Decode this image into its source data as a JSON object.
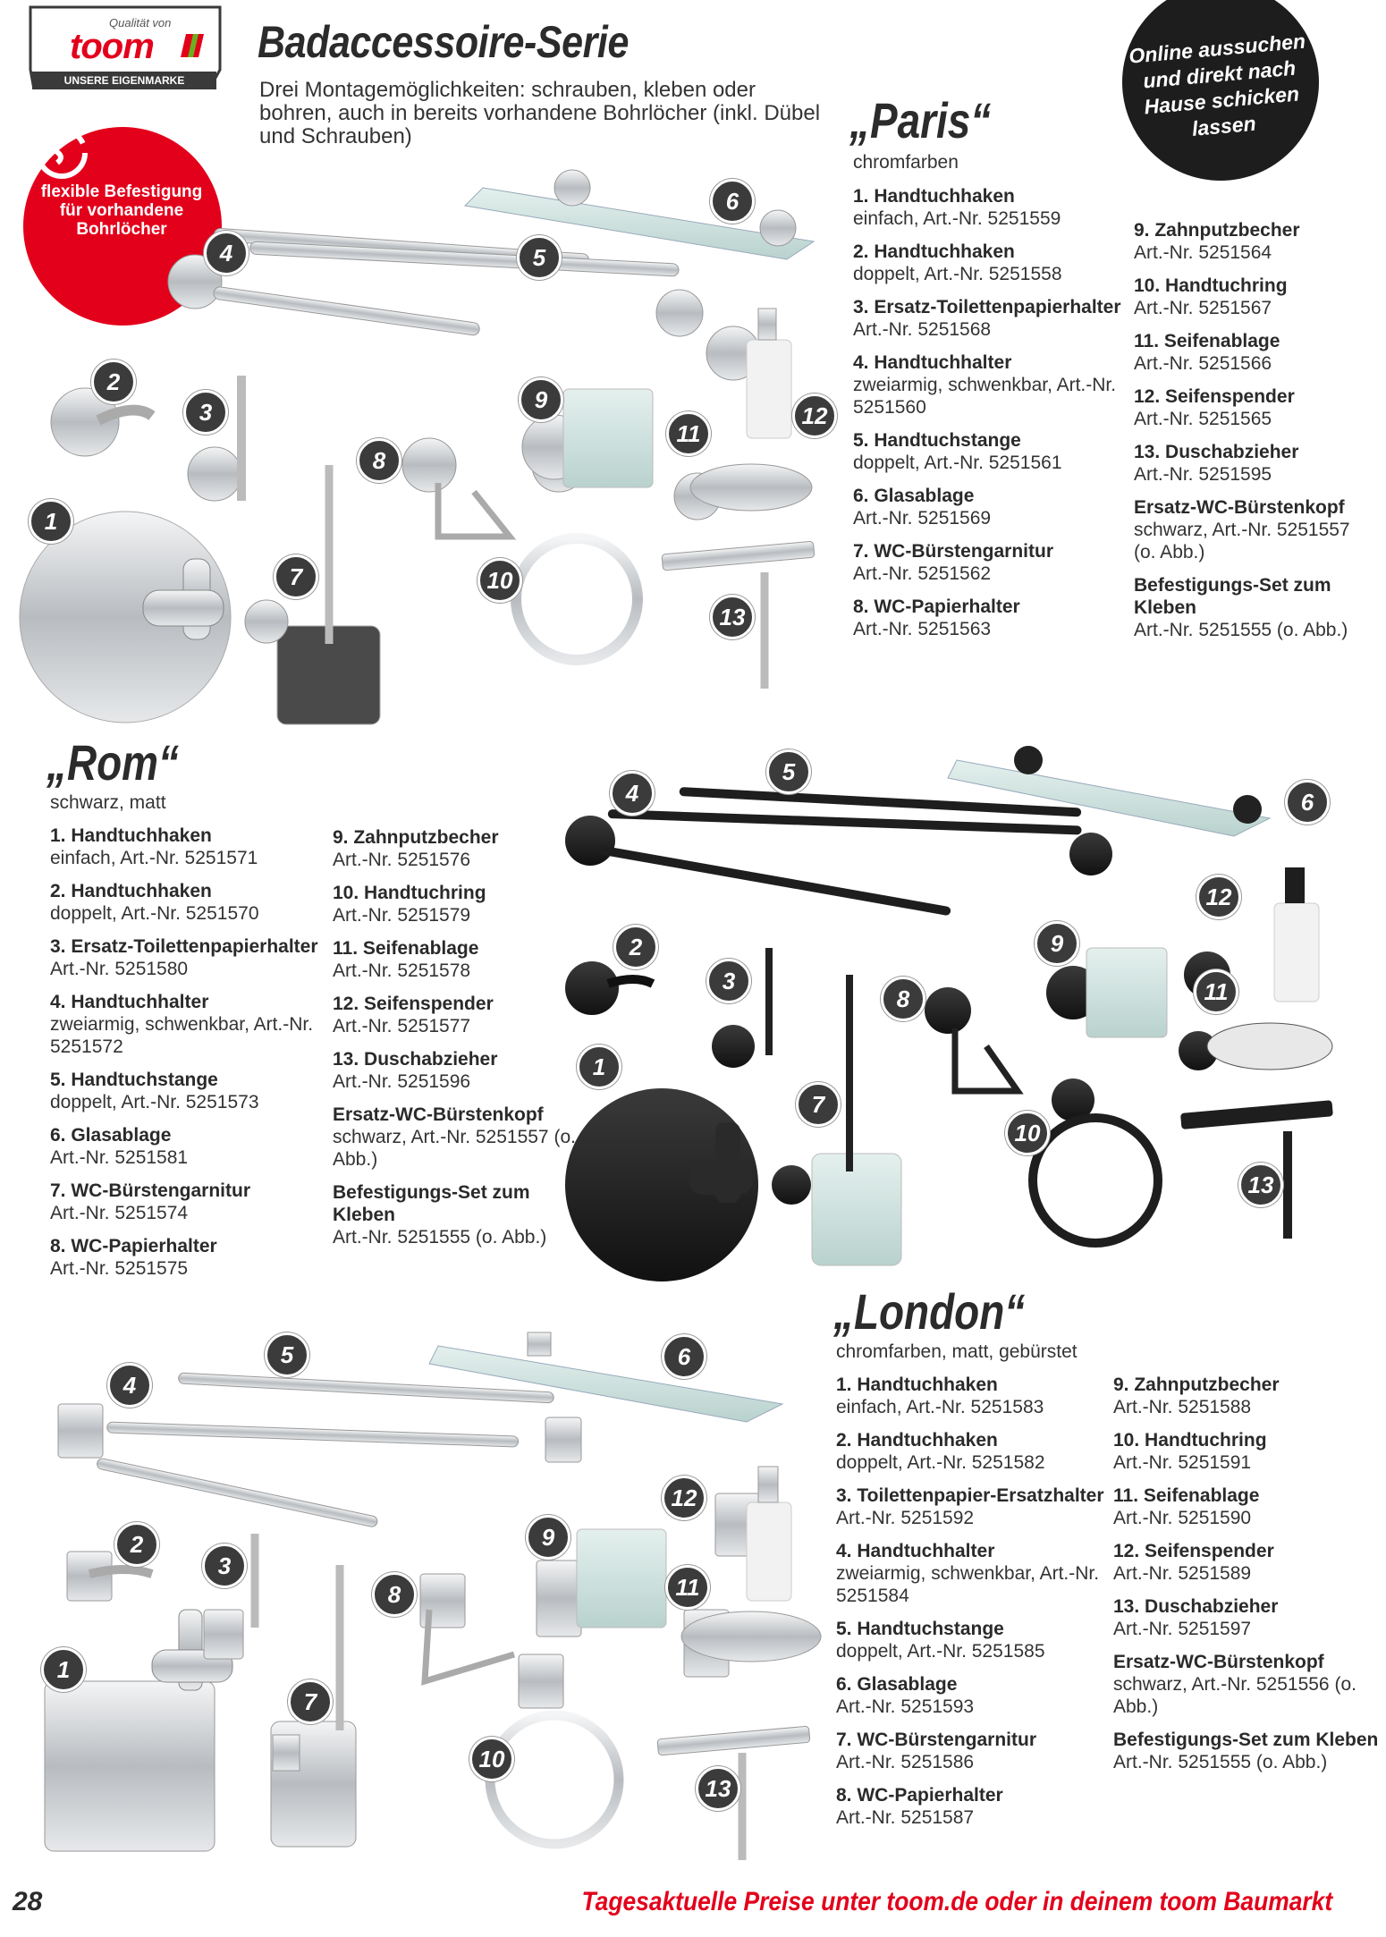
{
  "logo": {
    "quality": "Qualität von",
    "word": "toom",
    "band": "UNSERE EIGENMARKE"
  },
  "headline": "Badaccessoire-Serie",
  "intro": "Drei Montagemöglichkeiten: schrauben, kleben oder bohren, auch in bereits vorhandene Bohrlöcher (inkl. Dübel und Schrauben)",
  "online": "Online aussuchen und direkt nach Hause schicken lassen",
  "badge": "flexible Befestigung für vorhandene Bohrlöcher",
  "paris": {
    "title": "„Paris“",
    "subtitle": "chromfarben",
    "col1": [
      {
        "name": "1. Handtuchhaken",
        "detail": "einfach, Art.-Nr. 5251559"
      },
      {
        "name": "2. Handtuchhaken",
        "detail": "doppelt, Art.-Nr. 5251558"
      },
      {
        "name": "3. Ersatz-Toilettenpapierhalter",
        "detail": "Art.-Nr. 5251568"
      },
      {
        "name": "4. Handtuchhalter",
        "detail": "zweiarmig, schwenkbar, Art.-Nr. 5251560"
      },
      {
        "name": "5. Handtuchstange",
        "detail": "doppelt, Art.-Nr. 5251561"
      },
      {
        "name": "6. Glasablage",
        "detail": "Art.-Nr. 5251569"
      },
      {
        "name": "7. WC-Bürstengarnitur",
        "detail": "Art.-Nr. 5251562"
      },
      {
        "name": "8. WC-Papierhalter",
        "detail": "Art.-Nr. 5251563"
      }
    ],
    "col2": [
      {
        "name": "9. Zahnputzbecher",
        "detail": "Art.-Nr. 5251564"
      },
      {
        "name": "10. Handtuchring",
        "detail": "Art.-Nr. 5251567"
      },
      {
        "name": "11. Seifenablage",
        "detail": "Art.-Nr. 5251566"
      },
      {
        "name": "12. Seifenspender",
        "detail": "Art.-Nr. 5251565"
      },
      {
        "name": "13. Duschabzieher",
        "detail": "Art.-Nr. 5251595"
      },
      {
        "name": "Ersatz-WC-Bürstenkopf",
        "detail": "schwarz, Art.-Nr. 5251557 (o. Abb.)"
      },
      {
        "name": "Befestigungs-Set zum Kleben",
        "detail": "Art.-Nr. 5251555 (o. Abb.)"
      }
    ]
  },
  "rom": {
    "title": "„Rom“",
    "subtitle": "schwarz, matt",
    "col1": [
      {
        "name": "1. Handtuchhaken",
        "detail": "einfach, Art.-Nr. 5251571"
      },
      {
        "name": "2. Handtuchhaken",
        "detail": "doppelt, Art.-Nr. 5251570"
      },
      {
        "name": "3. Ersatz-Toilettenpapierhalter",
        "detail": "Art.-Nr. 5251580"
      },
      {
        "name": "4. Handtuchhalter",
        "detail": "zweiarmig, schwenkbar, Art.-Nr. 5251572"
      },
      {
        "name": "5. Handtuchstange",
        "detail": "doppelt, Art.-Nr. 5251573"
      },
      {
        "name": "6. Glasablage",
        "detail": "Art.-Nr. 5251581"
      },
      {
        "name": "7. WC-Bürstengarnitur",
        "detail": "Art.-Nr. 5251574"
      },
      {
        "name": "8. WC-Papierhalter",
        "detail": "Art.-Nr. 5251575"
      }
    ],
    "col2": [
      {
        "name": "9. Zahnputzbecher",
        "detail": "Art.-Nr. 5251576"
      },
      {
        "name": "10. Handtuchring",
        "detail": "Art.-Nr. 5251579"
      },
      {
        "name": "11. Seifenablage",
        "detail": "Art.-Nr. 5251578"
      },
      {
        "name": "12. Seifenspender",
        "detail": "Art.-Nr. 5251577"
      },
      {
        "name": "13. Duschabzieher",
        "detail": "Art.-Nr. 5251596"
      },
      {
        "name": "Ersatz-WC-Bürstenkopf",
        "detail": "schwarz, Art.-Nr. 5251557 (o. Abb.)"
      },
      {
        "name": "Befestigungs-Set zum Kleben",
        "detail": "Art.-Nr. 5251555 (o. Abb.)"
      }
    ]
  },
  "london": {
    "title": "„London“",
    "subtitle": "chromfarben, matt, gebürstet",
    "col1": [
      {
        "name": "1. Handtuchhaken",
        "detail": "einfach, Art.-Nr. 5251583"
      },
      {
        "name": "2. Handtuchhaken",
        "detail": "doppelt, Art.-Nr. 5251582"
      },
      {
        "name": "3. Toilettenpapier-Ersatzhalter",
        "detail": "Art.-Nr. 5251592"
      },
      {
        "name": "4. Handtuchhalter",
        "detail": "zweiarmig, schwenkbar, Art.-Nr. 5251584"
      },
      {
        "name": "5. Handtuchstange",
        "detail": "doppelt, Art.-Nr. 5251585"
      },
      {
        "name": "6. Glasablage",
        "detail": "Art.-Nr. 5251593"
      },
      {
        "name": "7. WC-Bürstengarnitur",
        "detail": "Art.-Nr. 5251586"
      },
      {
        "name": "8. WC-Papierhalter",
        "detail": "Art.-Nr. 5251587"
      }
    ],
    "col2": [
      {
        "name": "9. Zahnputzbecher",
        "detail": "Art.-Nr. 5251588"
      },
      {
        "name": "10. Handtuchring",
        "detail": "Art.-Nr. 5251591"
      },
      {
        "name": "11. Seifenablage",
        "detail": "Art.-Nr. 5251590"
      },
      {
        "name": "12. Seifenspender",
        "detail": "Art.-Nr. 5251589"
      },
      {
        "name": "13. Duschabzieher",
        "detail": "Art.-Nr. 5251597"
      },
      {
        "name": "Ersatz-WC-Bürstenkopf",
        "detail": "schwarz, Art.-Nr. 5251556 (o. Abb.)"
      },
      {
        "name": "Befestigungs-Set zum Kleben",
        "detail": "Art.-Nr. 5251555 (o. Abb.)"
      }
    ]
  },
  "markers": [
    "1",
    "2",
    "3",
    "4",
    "5",
    "6",
    "7",
    "8",
    "9",
    "10",
    "11",
    "12",
    "13"
  ],
  "footer": "Tagesaktuelle Preise unter toom.de oder in deinem toom Baumarkt",
  "page_number": "28",
  "colors": {
    "brand_red": "#e3001b",
    "dark": "#1d1d1d",
    "chrome": "#c9ccd0",
    "black_matt": "#1a1a1a",
    "brushed": "#b5b9bd"
  }
}
